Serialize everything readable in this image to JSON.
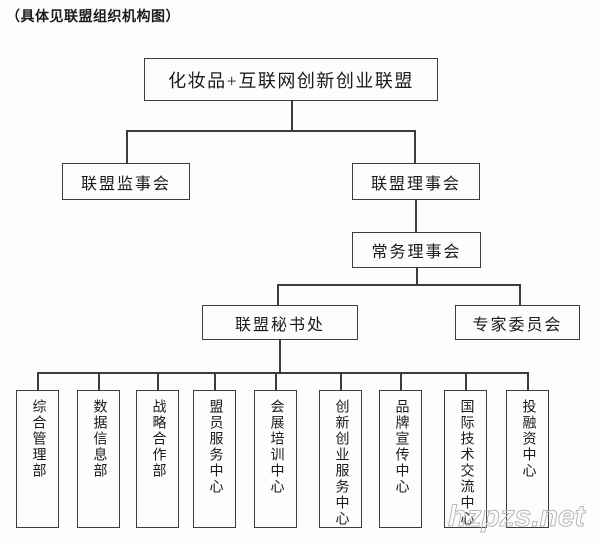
{
  "caption": "（具体见联盟组织机构图）",
  "watermark": "hzpzs.net",
  "org": {
    "root": "化妆品+互联网创新创业联盟",
    "supervisory_board": "联盟监事会",
    "council": "联盟理事会",
    "standing_council": "常务理事会",
    "secretariat": "联盟秘书处",
    "expert_committee": "专家委员会",
    "departments": [
      "综合管理部",
      "数据信息部",
      "战略合作部",
      "盟员服务中心",
      "会展培训中心",
      "创新创业服务中心",
      "品牌宣传中心",
      "国际技术交流中心",
      "投融资中心"
    ]
  }
}
